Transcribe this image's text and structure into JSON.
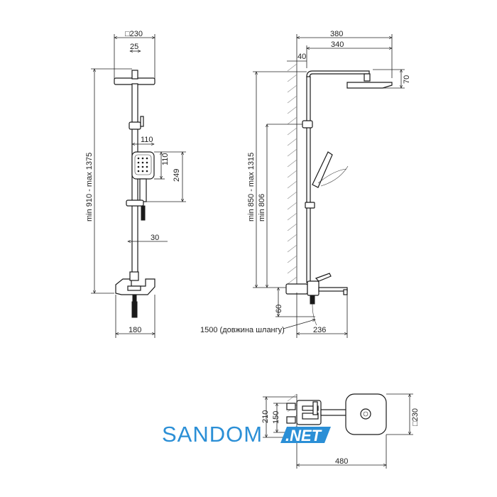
{
  "front_view": {
    "head_size": "□230",
    "arm_width": "25",
    "handshower_width": "110",
    "handshower_height": "110",
    "handshower_length": "249",
    "rail_offset": "30",
    "height_range": "min 910 - max 1375",
    "mixer_width": "180"
  },
  "side_view": {
    "total_reach": "380",
    "arm_reach": "340",
    "wall_offset": "40",
    "head_height": "70",
    "height_range": "min 850 - max 1315",
    "min_height": "min 806",
    "spout_height": "60",
    "hose_note": "1500 (довжина шлангу)",
    "spout_reach": "236"
  },
  "top_view": {
    "depth_outer": "210",
    "depth_inner": "150",
    "head_size": "□230",
    "total_width": "480"
  },
  "watermark": {
    "brand": "SANDOM",
    "suffix": ".NET",
    "brand_color": "#2b8fd6"
  }
}
